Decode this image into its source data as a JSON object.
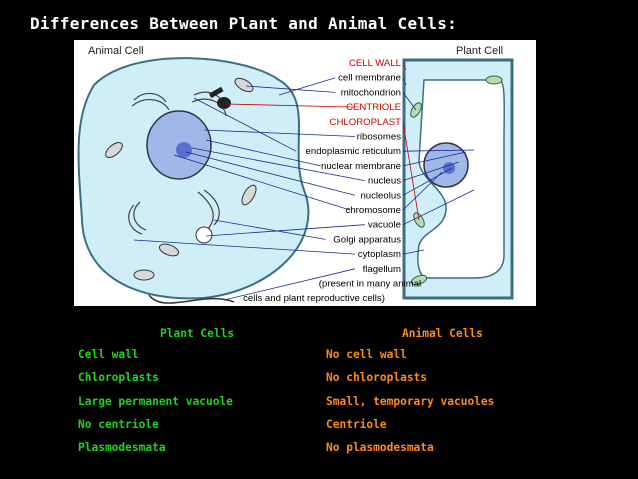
{
  "title": "Differences Between Plant and Animal Cells:",
  "diagram": {
    "animal_cell_title": "Animal Cell",
    "plant_cell_title": "Plant Cell",
    "labels": [
      {
        "text": "CELL WALL",
        "red": true
      },
      {
        "text": "cell membrane",
        "red": false
      },
      {
        "text": "mitochondrion",
        "red": false
      },
      {
        "text": "CENTRIOLE",
        "red": true
      },
      {
        "text": "CHLOROPLAST",
        "red": true
      },
      {
        "text": "ribosomes",
        "red": false
      },
      {
        "text": "endoplasmic reticulum",
        "red": false
      },
      {
        "text": "nuclear membrane",
        "red": false
      },
      {
        "text": "nucleus",
        "red": false
      },
      {
        "text": "nucleolus",
        "red": false
      },
      {
        "text": "chromosome",
        "red": false
      },
      {
        "text": "vacuole",
        "red": false
      },
      {
        "text": "Golgi apparatus",
        "red": false
      },
      {
        "text": "cytoplasm",
        "red": false
      },
      {
        "text": "flagellum",
        "red": false
      },
      {
        "text": "(present in many animal",
        "red": false
      },
      {
        "text": "cells and plant reproductive cells)",
        "red": false
      }
    ]
  },
  "plant_column": {
    "header": "Plant Cells",
    "items": [
      "Cell wall",
      "Chloroplasts",
      "Large permanent vacuole",
      "No centriole",
      "Plasmodesmata"
    ]
  },
  "animal_column": {
    "header": "Animal Cells",
    "items": [
      "No cell wall",
      "No chloroplasts",
      "Small, temporary vacuoles",
      "Centriole",
      "No plasmodesmata"
    ]
  },
  "colors": {
    "plant_text": "#1fd41f",
    "animal_text": "#ff8a1a",
    "cell_fill": "#cfeef7",
    "nucleus_fill": "#9fb8e8"
  }
}
